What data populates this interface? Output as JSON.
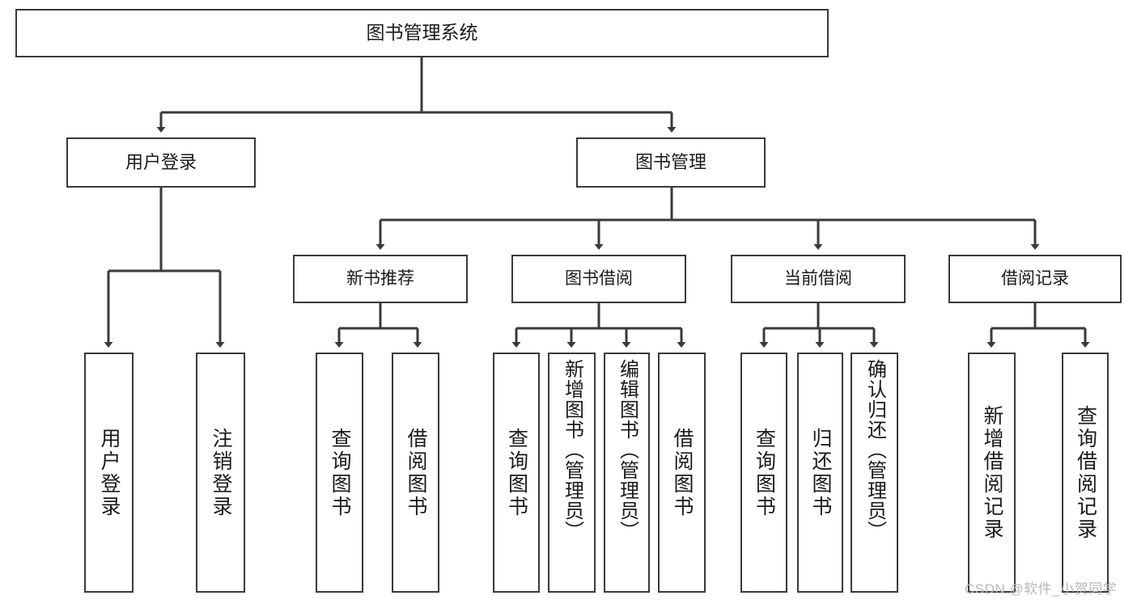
{
  "diagram": {
    "title": "图书管理系统",
    "type": "tree-hierarchy",
    "root": {
      "label": "图书管理系统"
    },
    "level2": [
      {
        "label": "用户登录"
      },
      {
        "label": "图书管理"
      }
    ],
    "level3": [
      {
        "label": "新书推荐"
      },
      {
        "label": "图书借阅"
      },
      {
        "label": "当前借阅"
      },
      {
        "label": "借阅记录"
      }
    ],
    "leaves": [
      {
        "label": "用户登录",
        "parent": "用户登录"
      },
      {
        "label": "注销登录",
        "parent": "用户登录"
      },
      {
        "label": "查询图书",
        "parent": "新书推荐"
      },
      {
        "label": "借阅图书",
        "parent": "新书推荐"
      },
      {
        "label": "查询图书",
        "parent": "图书借阅"
      },
      {
        "label": "新增图书（管理员）",
        "parent": "图书借阅"
      },
      {
        "label": "编辑图书（管理员）",
        "parent": "图书借阅"
      },
      {
        "label": "借阅图书",
        "parent": "图书借阅"
      },
      {
        "label": "查询图书",
        "parent": "当前借阅"
      },
      {
        "label": "归还图书",
        "parent": "当前借阅"
      },
      {
        "label": "确认归还（管理员）",
        "parent": "当前借阅"
      },
      {
        "label": "新增借阅记录",
        "parent": "借阅记录"
      },
      {
        "label": "查询借阅记录",
        "parent": "借阅记录"
      }
    ]
  },
  "watermark": {
    "text": "CSDN @软件_小贺同学"
  },
  "colors": {
    "border": "#3a3a3a",
    "background": "#ffffff",
    "text": "#1a1a1a",
    "watermark": "#b9b9b9"
  }
}
